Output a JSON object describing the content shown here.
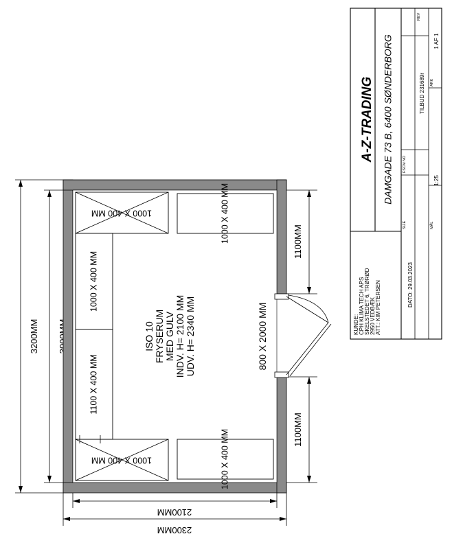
{
  "dimensions": {
    "outer_length": "3200MM",
    "inner_length": "3000MM",
    "inner_width": "2100MM",
    "outer_width": "2300MM",
    "wall_segment_top": "1100MM",
    "wall_segment_bottom": "1100MM"
  },
  "room": {
    "label_lines": [
      "ISO 10",
      "FRYSERUM",
      "MED GULV",
      "INDV. H= 2100 MM",
      "UDV. H= 2340 MM"
    ],
    "door": "800 X 2000 MM"
  },
  "shelves": {
    "back_top": "1000 X 400 MM",
    "back_mid_1": "1000 X 400 MM",
    "back_mid_2": "1100 X 400 MM",
    "back_bottom": "1000 X 400 MM",
    "front_top": "1000 X 400 MM",
    "front_bottom": "1000 X 400 MM"
  },
  "title_block": {
    "company": "A-Z-TRADING",
    "address": "DAMGADE 73 B, 6400 SØNDERBORG",
    "customer_lines": [
      "KUNDE:",
      "CPH KLIMA TECH APS",
      "SKELSTEDET 6, TRØRØD",
      "2950 VEDBÆK",
      "ATT.: KIM PETERSEN"
    ],
    "date": "DATO: 29.03.2023",
    "size_label": "SIZE",
    "fscm_label": "FSCM NO",
    "offer": "TILBUD 231689r",
    "rev_label": "REV",
    "scale_label": "MÅL",
    "scale": "1:25",
    "sheet_label": "ARK",
    "sheet": "1 AF 1"
  }
}
